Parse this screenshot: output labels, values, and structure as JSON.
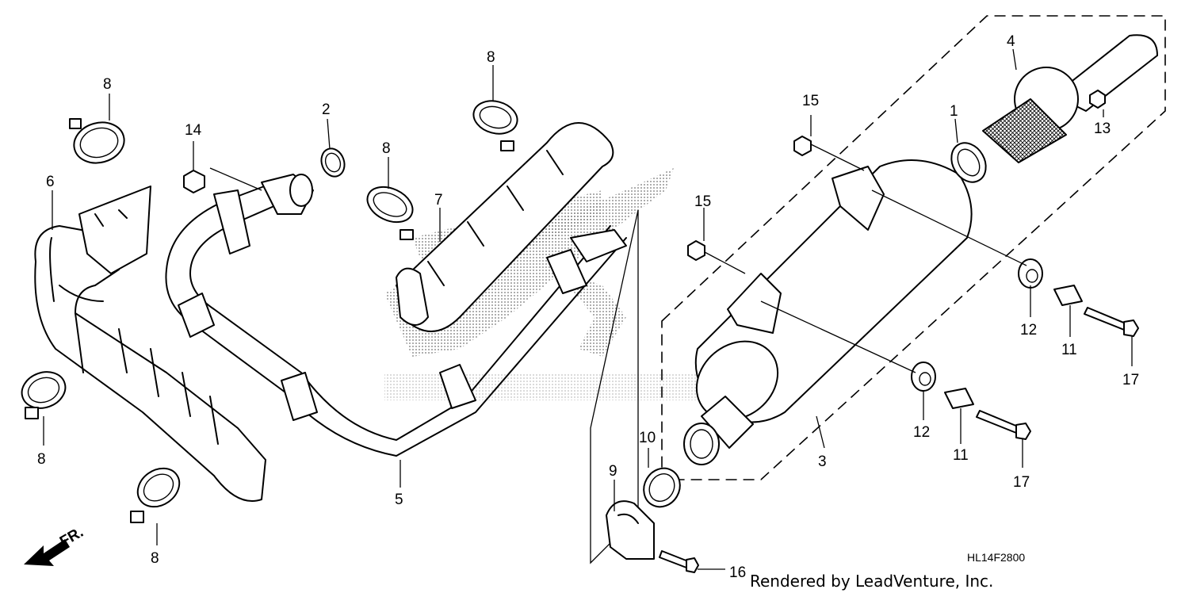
{
  "diagram": {
    "callouts": {
      "p1": "1",
      "p2": "2",
      "p3": "3",
      "p4": "4",
      "p5": "5",
      "p6": "6",
      "p7": "7",
      "p8a": "8",
      "p8b": "8",
      "p8c": "8",
      "p8d": "8",
      "p8e": "8",
      "p9": "9",
      "p10": "10",
      "p11a": "11",
      "p11b": "11",
      "p12a": "12",
      "p12b": "12",
      "p13": "13",
      "p14": "14",
      "p15a": "15",
      "p15b": "15",
      "p16": "16",
      "p17a": "17",
      "p17b": "17"
    },
    "direction_label": "FR.",
    "diagram_code": "HL14F2800",
    "credit": "Rendered by LeadVenture, Inc.",
    "watermark_icon": "honda-wing-watermark-icon"
  }
}
